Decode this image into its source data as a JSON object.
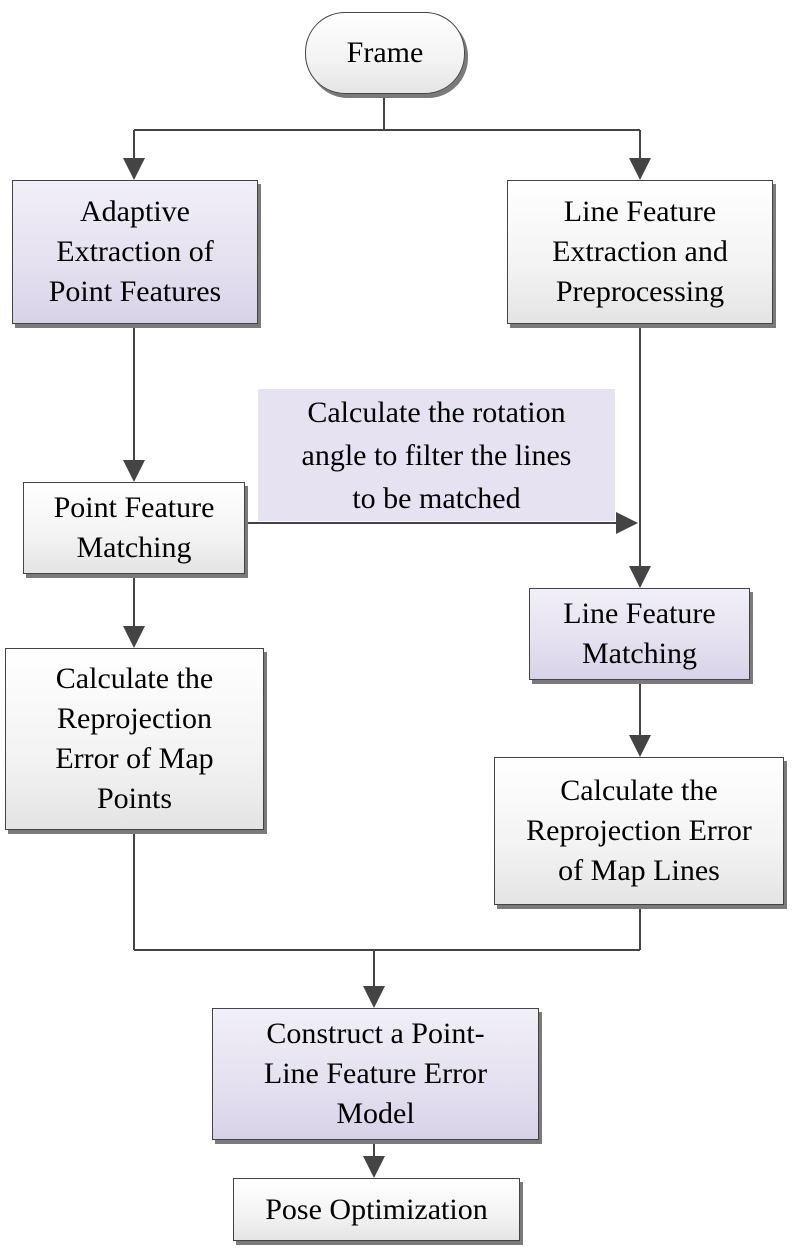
{
  "nodes": {
    "frame": "Frame",
    "adaptive_extraction": "Adaptive\nExtraction of\nPoint Features",
    "line_extraction": "Line Feature\nExtraction and\nPreprocessing",
    "point_matching": "Point Feature\nMatching",
    "line_matching": "Line Feature\nMatching",
    "point_reprojection": "Calculate the\nReprojection\nError of Map\nPoints",
    "line_reprojection": "Calculate the\nReprojection Error\nof Map Lines",
    "error_model": "Construct a Point-\nLine Feature Error\nModel",
    "pose_optimization": "Pose Optimization"
  },
  "note": {
    "rotation_filter": "Calculate the rotation\nangle to filter the lines\nto be matched"
  },
  "colors": {
    "purple_fill": "#e4e0ef",
    "plain_fill": "#f3f3f3",
    "note_fill": "#e6e2f2",
    "line": "#444444"
  }
}
